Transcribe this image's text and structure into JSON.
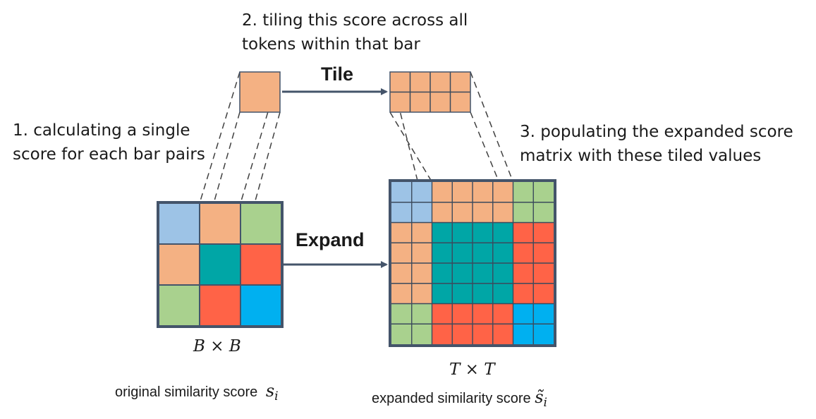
{
  "captions": {
    "step1": [
      "1. calculating a single",
      "score for each bar pairs"
    ],
    "step2": [
      "2. tiling this score across all",
      "tokens within that bar"
    ],
    "step3": [
      "3. populating the expanded score",
      "matrix with these tiled values"
    ]
  },
  "arrows": {
    "tile": "Tile",
    "expand": "Expand"
  },
  "small_matrix": {
    "dims": {
      "rows": "B",
      "op": "×",
      "cols": "B"
    },
    "label": "original similarity score",
    "symbol": "s",
    "subscript": "i",
    "cells": [
      [
        "#9dc3e6",
        "#f4b183",
        "#a9d18e"
      ],
      [
        "#f4b183",
        "#00a6a6",
        "#ff6347"
      ],
      [
        "#a9d18e",
        "#ff6347",
        "#00b0f0"
      ]
    ]
  },
  "large_matrix": {
    "dims": {
      "rows": "T",
      "op": "×",
      "cols": "T"
    },
    "label": "expanded similarity score",
    "symbol": "s̃",
    "subscript": "i",
    "bar_sizes": [
      2,
      4,
      2
    ]
  },
  "tile_demo": {
    "rows": 2,
    "cols": 4,
    "color": "#f4b183"
  },
  "colors": {
    "frame": "#44546a",
    "grid": "#3b4a5c",
    "arrow": "#44546a",
    "dash": "#404040"
  }
}
